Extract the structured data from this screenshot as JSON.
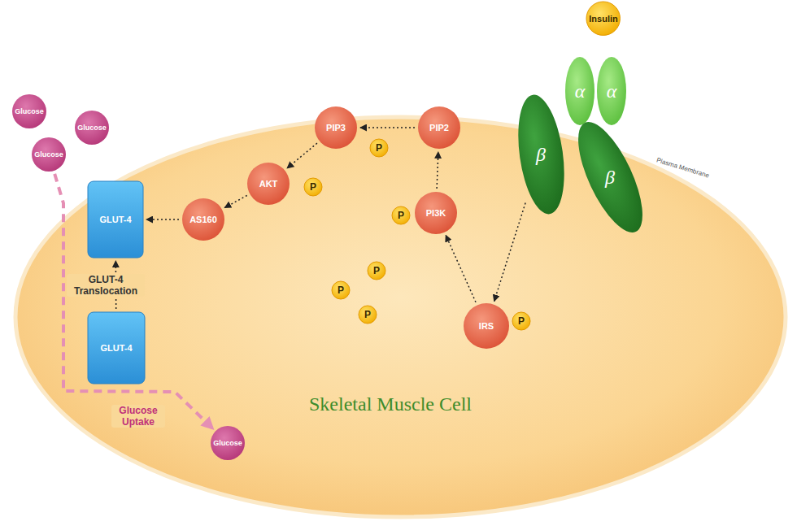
{
  "diagram": {
    "nodes": [
      {
        "text": [
          "Skeletal Muscle Cell"
        ]
      },
      {
        "text": [
          "PIP3"
        ],
        "in": 0
      },
      {
        "text": [
          "P"
        ],
        "in": 0
      },
      {
        "text": [
          "PIP2"
        ],
        "in": 0
      },
      {
        "text": [
          "AKT"
        ],
        "in": 0
      },
      {
        "text": [
          "P"
        ],
        "in": 0
      },
      {
        "text": [
          "P"
        ],
        "in": 0
      },
      {
        "text": [
          "PI3K"
        ],
        "in": 0
      },
      {
        "text": [
          "GLUT-4"
        ],
        "in": 0
      },
      {
        "text": [
          "AS160"
        ],
        "in": 0
      },
      {
        "text": [
          "P"
        ],
        "in": 0
      },
      {
        "text": [
          "P"
        ],
        "in": 0
      },
      {
        "text": [
          "P"
        ],
        "in": 0
      },
      {
        "text": [
          "GLUT-4"
        ],
        "in": 0
      },
      {
        "text": [
          "IRS"
        ],
        "in": 0
      },
      {
        "text": [
          "P"
        ],
        "in": 0
      },
      {
        "text": [
          "Glucose"
        ],
        "in": 0
      },
      {
        "text": [
          "Glucose"
        ]
      },
      {
        "text": [
          "Glucose"
        ]
      },
      {
        "text": [
          "Glucose"
        ]
      },
      {
        "text": [
          "Insulin"
        ]
      },
      {
        "text": [
          "α"
        ]
      },
      {
        "text": [
          "α"
        ]
      },
      {
        "text": [
          "β"
        ]
      },
      {
        "text": [
          "β"
        ]
      }
    ],
    "edges": [
      {
        "from": 23,
        "to": 14,
        "arrow": "to"
      },
      {
        "from": 14,
        "to": 7,
        "arrow": "to"
      },
      {
        "from": 7,
        "to": 3,
        "arrow": "to"
      },
      {
        "from": 3,
        "to": 1,
        "arrow": "to"
      },
      {
        "from": 1,
        "to": 4,
        "arrow": "to"
      },
      {
        "from": 4,
        "to": 9,
        "arrow": "to"
      },
      {
        "from": 9,
        "to": 8,
        "arrow": "to"
      },
      {
        "from": 13,
        "to": 8,
        "label": "GLUT-4 Translocation",
        "arrow": "to"
      },
      {
        "from": 19,
        "to": 16,
        "label": "Glucose Uptake",
        "arrow": "to"
      }
    ],
    "labels": [
      "Plasma Membrane"
    ]
  }
}
